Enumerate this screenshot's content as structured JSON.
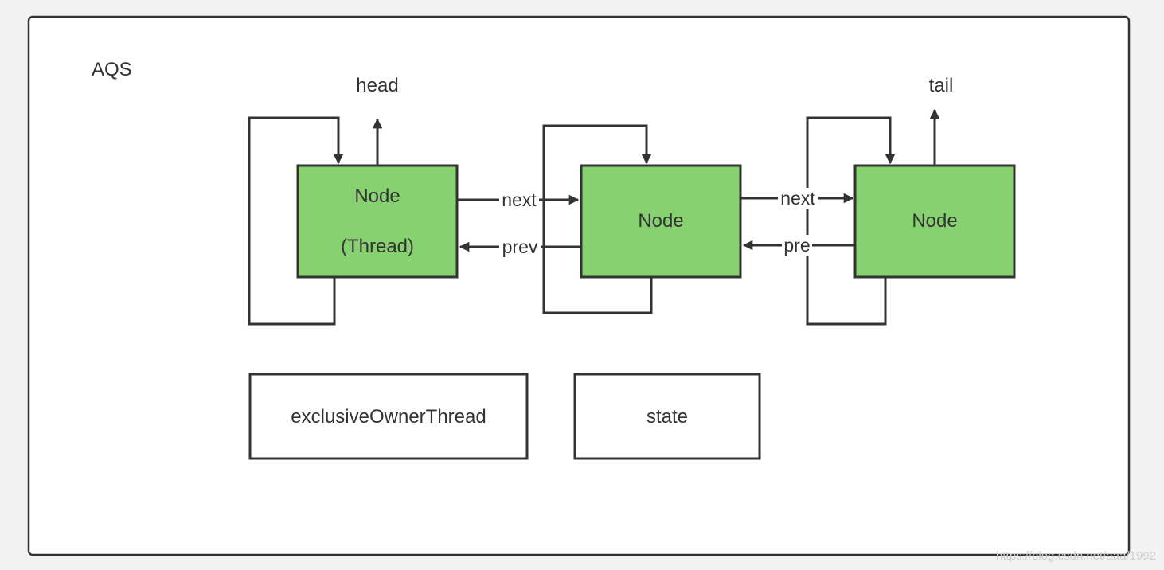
{
  "diagram": {
    "container_label": "AQS",
    "pointers": {
      "head": "head",
      "tail": "tail"
    },
    "nodes": [
      {
        "line1": "Node",
        "line2": "(Thread)"
      },
      {
        "line1": "Node",
        "line2": ""
      },
      {
        "line1": "Node",
        "line2": ""
      }
    ],
    "edges": {
      "next_1": "next",
      "prev_1": "prev",
      "next_2": "next",
      "prev_2": "pre"
    },
    "fields": {
      "exclusive_owner_thread": "exclusiveOwnerThread",
      "state": "state"
    },
    "watermark": "https://blog.csdn.net/aaa/1992"
  },
  "colors": {
    "background": "#f2f2f2",
    "container_fill": "#ffffff",
    "stroke": "#333333",
    "node_fill": "#87d170",
    "text": "#333333"
  }
}
